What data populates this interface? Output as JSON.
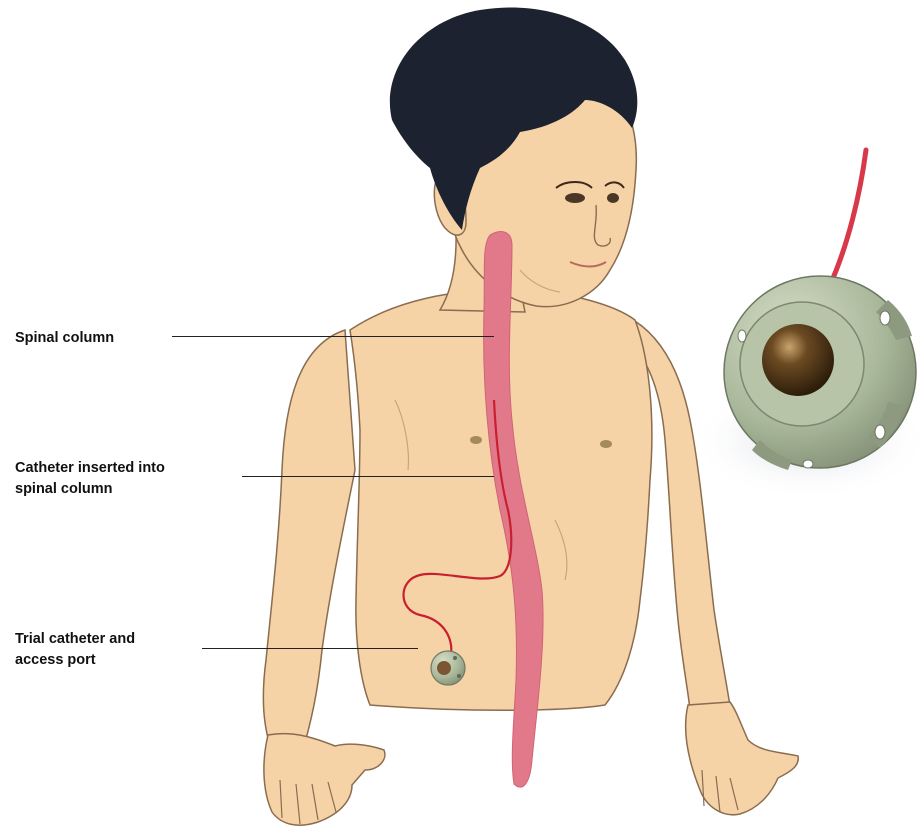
{
  "labels": {
    "spinal_column": "Spinal column",
    "catheter_line1": "Catheter inserted into",
    "catheter_line2": "spinal column",
    "trial_line1": "Trial catheter and",
    "trial_line2": "access port"
  },
  "colors": {
    "skin": "#f5d3a7",
    "skin_outline": "#8a6c4f",
    "hair": "#1d2230",
    "spine": "#e2798a",
    "catheter": "#c8202f",
    "port_body": "#a9b79a",
    "port_center": "#4a3218",
    "label_text": "#111111",
    "leader_line": "#222222"
  }
}
